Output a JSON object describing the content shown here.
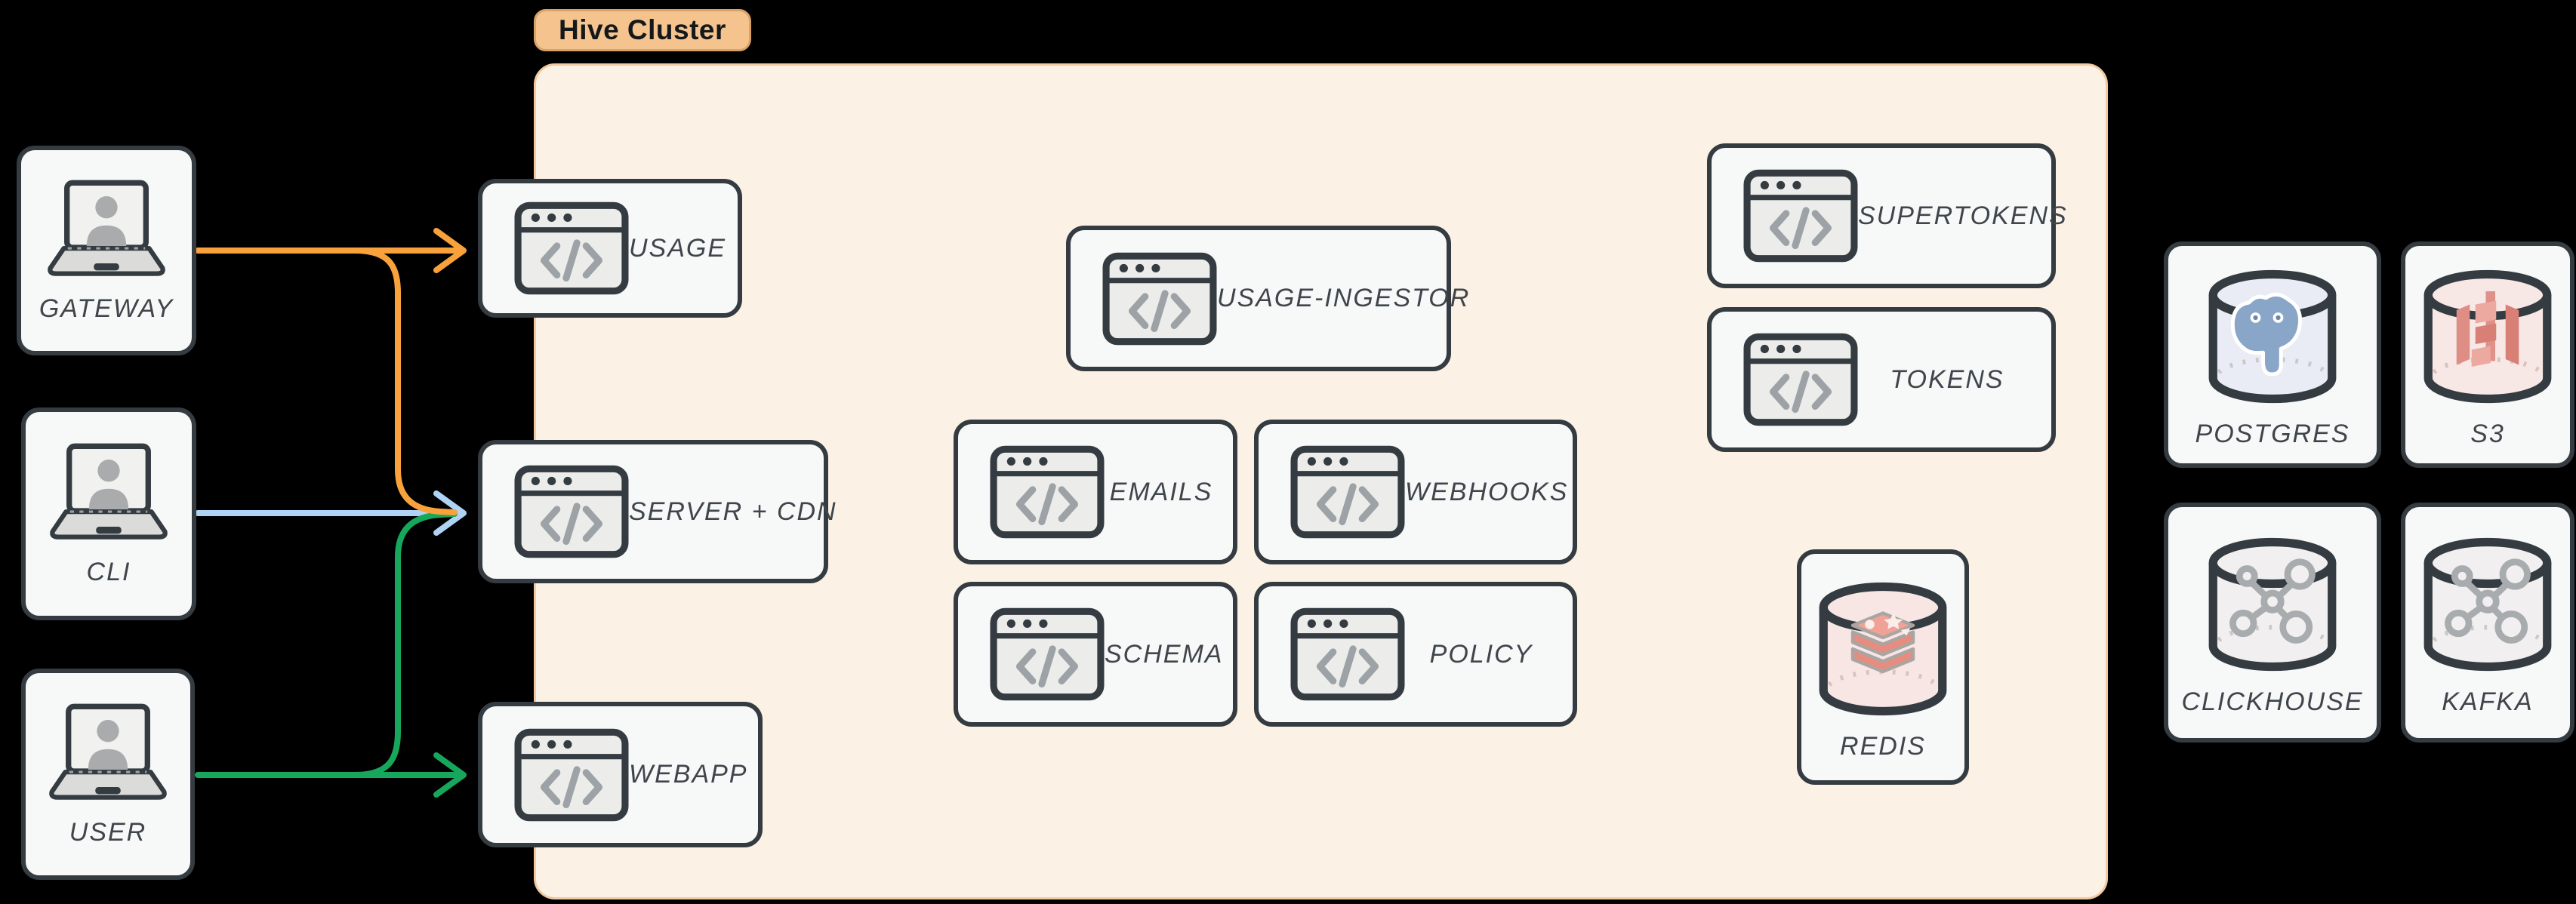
{
  "canvas": {
    "background": "#000000"
  },
  "cluster": {
    "label": "Hive Cluster",
    "fill": "#FCF1E5",
    "border": "#F2C9A0",
    "label_fill": "#F5C48E"
  },
  "colors": {
    "node_border": "#343B41",
    "node_fill": "#F7F8F8",
    "label_text": "#3E454B",
    "arrow_orange": "#F9A23B",
    "arrow_blue": "#AFD3F5",
    "arrow_green": "#16A75C"
  },
  "nodes": {
    "gateway": {
      "label": "GATEWAY"
    },
    "cli": {
      "label": "CLI"
    },
    "user": {
      "label": "USER"
    },
    "usage": {
      "label": "USAGE"
    },
    "server_cdn": {
      "label": "SERVER + CDN"
    },
    "webapp": {
      "label": "WEBAPP"
    },
    "usage_ingestor": {
      "label": "USAGE-INGESTOR"
    },
    "emails": {
      "label": "EMAILS"
    },
    "webhooks": {
      "label": "WEBHOOKS"
    },
    "schema": {
      "label": "SCHEMA"
    },
    "policy": {
      "label": "POLICY"
    },
    "supertokens": {
      "label": "SUPERTOKENS"
    },
    "tokens": {
      "label": "TOKENS"
    },
    "redis": {
      "label": "REDIS"
    },
    "postgres": {
      "label": "POSTGRES"
    },
    "s3": {
      "label": "S3"
    },
    "clickhouse": {
      "label": "CLICKHOUSE"
    },
    "kafka": {
      "label": "KAFKA"
    }
  },
  "connections": [
    {
      "from": "GATEWAY",
      "to": "USAGE",
      "color": "#F9A23B"
    },
    {
      "from": "GATEWAY",
      "to": "SERVER + CDN",
      "color": "#F9A23B"
    },
    {
      "from": "CLI",
      "to": "SERVER + CDN",
      "color": "#AFD3F5"
    },
    {
      "from": "USER",
      "to": "SERVER + CDN",
      "color": "#16A75C"
    },
    {
      "from": "USER",
      "to": "WEBAPP",
      "color": "#16A75C"
    }
  ]
}
